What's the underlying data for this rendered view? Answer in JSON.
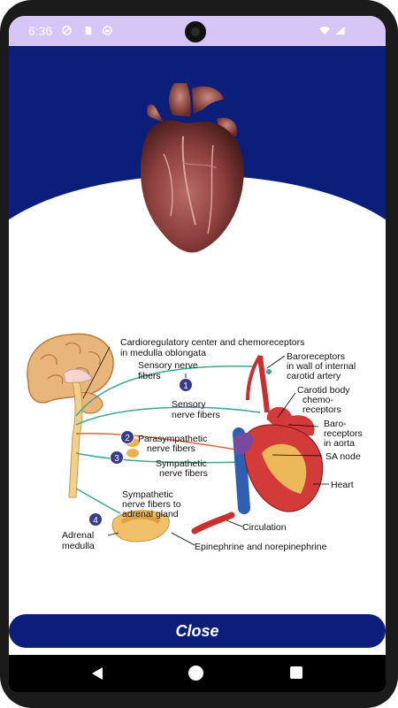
{
  "status_bar": {
    "time": "6:36"
  },
  "diagram": {
    "labels": {
      "cardio_center_1": "Cardioregulatory center and chemoreceptors",
      "cardio_center_2": "in medulla oblongata",
      "sensory_1": "Sensory nerve",
      "sensory_2": "fibers",
      "baro_wall_1": "Baroreceptors",
      "baro_wall_2": "in wall of internal",
      "baro_wall_3": "carotid artery",
      "carotid_1": "Carotid body",
      "carotid_2": "chemo-",
      "carotid_3": "receptors",
      "sensory_lower_1": "Sensory",
      "sensory_lower_2": "nerve fibers",
      "baro_aorta_1": "Baro-",
      "baro_aorta_2": "receptors",
      "baro_aorta_3": "in aorta",
      "para_1": "Parasympathetic",
      "para_2": "nerve fibers",
      "sa_node": "SA node",
      "symp_1": "Sympathetic",
      "symp_2": "nerve fibers",
      "heart": "Heart",
      "symp_adrenal_1": "Sympathetic",
      "symp_adrenal_2": "nerve fibers to",
      "symp_adrenal_3": "adrenal gland",
      "circulation": "Circulation",
      "adrenal_1": "Adrenal",
      "adrenal_2": "medulla",
      "epinephrine": "Epinephrine and norepinephrine"
    },
    "markers": {
      "m1": "1",
      "m2": "2",
      "m3": "3",
      "m4": "4"
    }
  },
  "close_button": {
    "label": "Close"
  },
  "colors": {
    "header": "#0b1f7a",
    "status_bar": "#d6c6f6",
    "button": "#0b1f7a"
  }
}
